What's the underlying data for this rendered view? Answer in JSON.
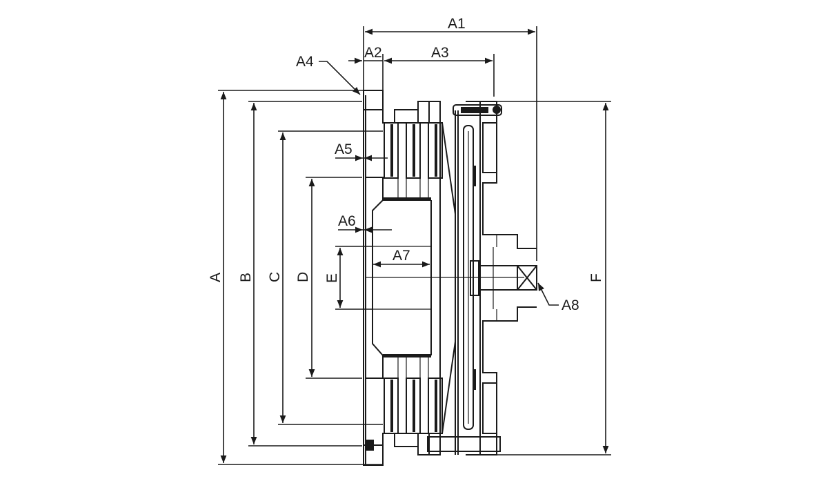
{
  "diagram": {
    "labels": {
      "A": "A",
      "B": "B",
      "C": "C",
      "D": "D",
      "E": "E",
      "F": "F",
      "A1": "A1",
      "A2": "A2",
      "A3": "A3",
      "A4": "A4",
      "A5": "A5",
      "A6": "A6",
      "A7": "A7",
      "A8": "A8"
    }
  }
}
